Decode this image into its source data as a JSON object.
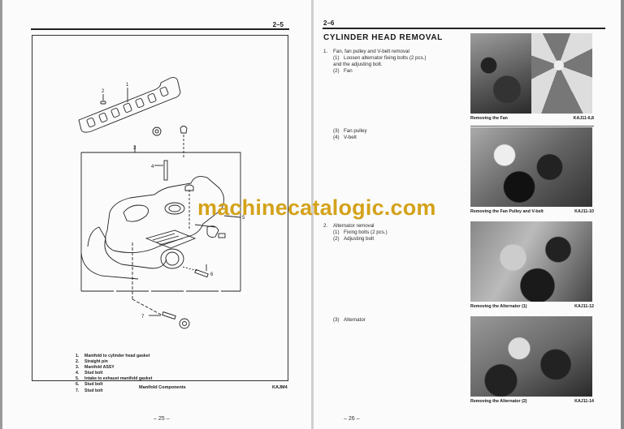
{
  "left_page": {
    "page_ref": "2–5",
    "figure": {
      "callouts": [
        "1",
        "2",
        "3",
        "4",
        "5",
        "6",
        "7"
      ],
      "parts": [
        {
          "num": "1.",
          "label": "Manifold to cylinder head gasket"
        },
        {
          "num": "2.",
          "label": "Straight pin"
        },
        {
          "num": "3.",
          "label": "Manifold ASSY"
        },
        {
          "num": "4.",
          "label": "Stud bolt"
        },
        {
          "num": "5.",
          "label": "Intake to exhaust manifold gasket"
        },
        {
          "num": "6.",
          "label": "Stud bolt"
        },
        {
          "num": "7.",
          "label": "Stud bolt"
        }
      ],
      "caption": "Manifold Components",
      "code": "KAJM4"
    },
    "footer": "– 25 –"
  },
  "right_page": {
    "page_ref": "2–6",
    "title": "CYLINDER HEAD REMOVAL",
    "steps": {
      "s1": {
        "num": "1.",
        "label": "Fan, fan pulley and V-belt removal",
        "sub1_num": "(1)",
        "sub1_label": "Loosen alternator fixing bolts (2 pcs.)",
        "sub1_cont": "and the adjusting bolt.",
        "sub2_num": "(2)",
        "sub2_label": "Fan",
        "sub3_num": "(3)",
        "sub3_label": "Fan pulley",
        "sub4_num": "(4)",
        "sub4_label": "V-belt"
      },
      "s2": {
        "num": "2.",
        "label": "Alternator removal",
        "sub1_num": "(1)",
        "sub1_label": "Fixing bolts (2 pcs.)",
        "sub2_num": "(2)",
        "sub2_label": "Adjusting bolt",
        "sub3_num": "(3)",
        "sub3_label": "Alternator"
      }
    },
    "photos": [
      {
        "caption": "Removing the Fan",
        "code": "KAJ11-6,8"
      },
      {
        "caption": "Removing the Fan Pulley and V-belt",
        "code": "KAJ11-10"
      },
      {
        "caption": "Removing the Alternator (1)",
        "code": "KAJ11-12"
      },
      {
        "caption": "Removing the Alternator (2)",
        "code": "KAJ11-14"
      }
    ],
    "footer": "– 26 –"
  },
  "watermark": "machinecatalogic.com",
  "colors": {
    "watermark": "#d4a21a",
    "page": "#fbfbfb",
    "ink": "#1a1a1a"
  }
}
